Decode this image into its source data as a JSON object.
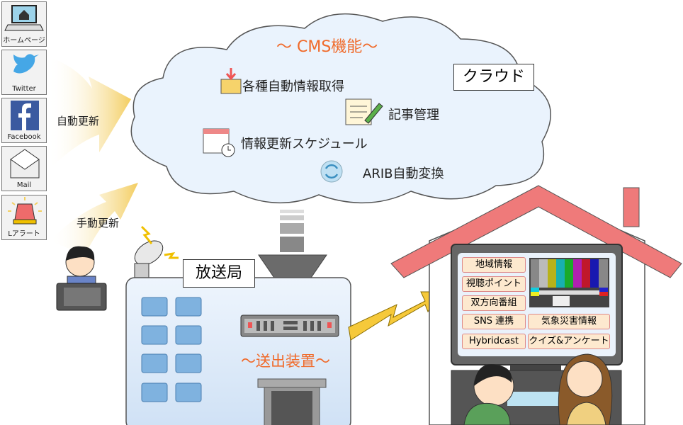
{
  "sources": [
    {
      "label": "ホームページ",
      "icon": "laptop-home-icon"
    },
    {
      "label": "Twitter",
      "icon": "twitter-bird-icon"
    },
    {
      "label": "Facebook",
      "icon": "facebook-icon"
    },
    {
      "label": "Mail",
      "icon": "envelope-icon"
    },
    {
      "label": "Lアラート",
      "icon": "alert-lamp-icon"
    }
  ],
  "auto_update": "自動更新",
  "manual_update": "手動更新",
  "cloud": {
    "title": "～ CMS機能～",
    "label": "クラウド",
    "features": [
      "各種自動情報取得",
      "記事管理",
      "情報更新スケジュール",
      "ARIB自動変換"
    ]
  },
  "station": {
    "label": "放送局",
    "transmitter": "～送出装置～"
  },
  "tv": {
    "items": [
      "地域情報",
      "視聴ポイント",
      "双方向番組",
      "SNS 連携",
      "気象災害情報",
      "Hybridcast",
      "クイズ&アンケート"
    ]
  },
  "colors": {
    "accent": "#f06a2a",
    "roof": "#ef7a7a",
    "cloud": "#eaf3fd",
    "building": "#dbe9f8"
  }
}
